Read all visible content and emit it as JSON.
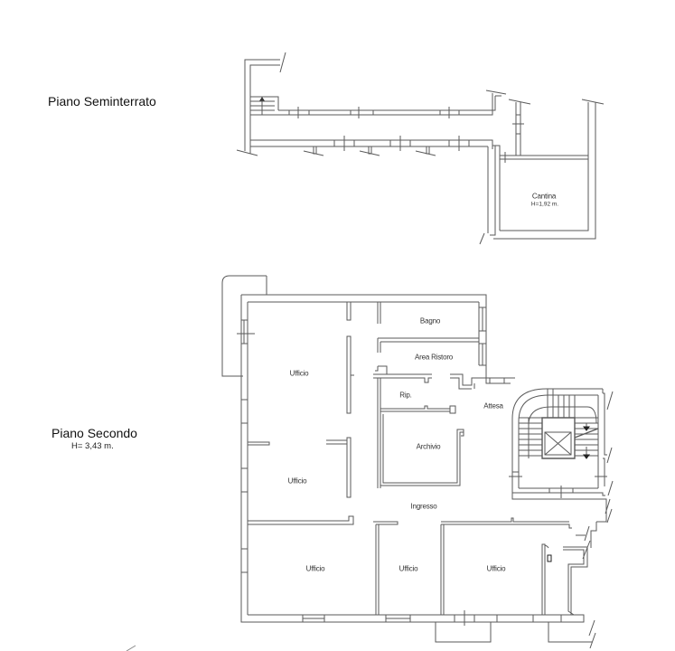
{
  "floors": {
    "basement": {
      "title": "Piano Seminterrato",
      "rooms": [
        {
          "name": "Cantina",
          "height_note": "H=1,92 m."
        }
      ]
    },
    "second": {
      "title": "Piano Secondo",
      "height_note": "H= 3,43 m.",
      "rooms": [
        {
          "name": "Ufficio"
        },
        {
          "name": "Ufficio"
        },
        {
          "name": "Bagno"
        },
        {
          "name": "Area Ristoro"
        },
        {
          "name": "Rip."
        },
        {
          "name": "Attesa"
        },
        {
          "name": "Archivio"
        },
        {
          "name": "Ingresso"
        },
        {
          "name": "Ufficio"
        },
        {
          "name": "Ufficio"
        },
        {
          "name": "Ufficio"
        }
      ],
      "symbols": {
        "elevator": "elevator-icon",
        "stair_arrow": "arrow-down-icon",
        "panel": "B"
      }
    }
  },
  "colors": {
    "background": "#ffffff",
    "wall": "#555555",
    "text": "#222222"
  }
}
